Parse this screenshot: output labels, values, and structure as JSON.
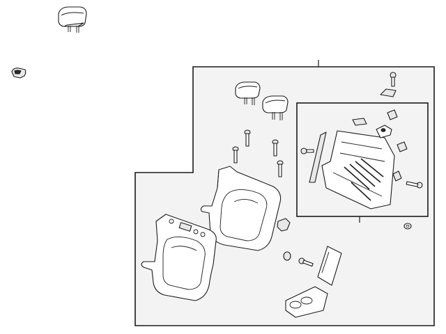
{
  "diagram": {
    "style": "exploded-parts-illustration",
    "colors": {
      "line": "#1a1a1a",
      "panel": "#f3f3f3",
      "part": "#ffffff"
    },
    "parts": [
      "headrest",
      "clip",
      "headrest",
      "headrest",
      "bolt",
      "guide",
      "guide",
      "guide",
      "guide",
      "seat-back-cushion",
      "seat-back-cushion",
      "clip",
      "plug",
      "bolt",
      "armrest",
      "cup-holder",
      "seat-frame",
      "latch",
      "cover",
      "grommet"
    ]
  }
}
